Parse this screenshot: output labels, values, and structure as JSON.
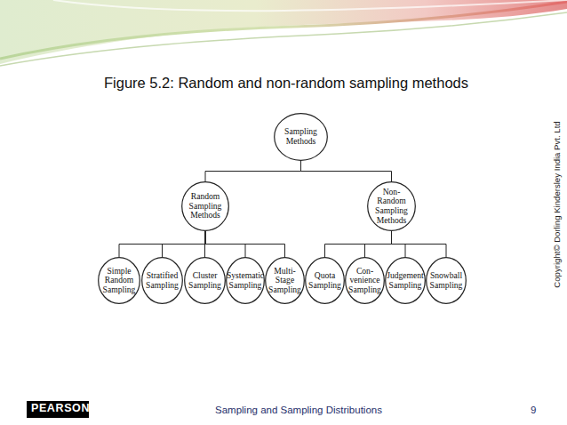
{
  "diagram": {
    "title": "Figure 5.2: Random and non-random sampling methods",
    "nodes": [
      {
        "text": [
          "Sampling Methods"
        ]
      },
      {
        "text": [
          "Random Sampling Methods"
        ]
      },
      {
        "text": [
          "Non- Random Sampling Methods"
        ]
      },
      {
        "text": [
          "Simple Random Sampling"
        ]
      },
      {
        "text": [
          "Stratified Sampling"
        ]
      },
      {
        "text": [
          "Cluster Sampling"
        ]
      },
      {
        "text": [
          "Systematic Sampling"
        ]
      },
      {
        "text": [
          "Multi- Stage Sampling"
        ]
      },
      {
        "text": [
          "Quota Sampling"
        ]
      },
      {
        "text": [
          "Con- venience Sampling"
        ]
      },
      {
        "text": [
          "Judgement Sampling"
        ]
      },
      {
        "text": [
          "Snowball Sampling"
        ]
      }
    ],
    "edges": [
      {
        "from": 0,
        "to": 1,
        "arrow": "none"
      },
      {
        "from": 0,
        "to": 2,
        "arrow": "none"
      },
      {
        "from": 1,
        "to": 3,
        "arrow": "none"
      },
      {
        "from": 1,
        "to": 4,
        "arrow": "none"
      },
      {
        "from": 1,
        "to": 5,
        "arrow": "none"
      },
      {
        "from": 1,
        "to": 6,
        "arrow": "none"
      },
      {
        "from": 1,
        "to": 7,
        "arrow": "none"
      },
      {
        "from": 2,
        "to": 8,
        "arrow": "none"
      },
      {
        "from": 2,
        "to": 9,
        "arrow": "none"
      },
      {
        "from": 2,
        "to": 10,
        "arrow": "none"
      },
      {
        "from": 2,
        "to": 11,
        "arrow": "none"
      }
    ],
    "labels": [
      "Copyright© Dorling Kindersley India Pvt. Ltd",
      "PEARSON",
      "Sampling and Sampling Distributions",
      "9"
    ]
  }
}
